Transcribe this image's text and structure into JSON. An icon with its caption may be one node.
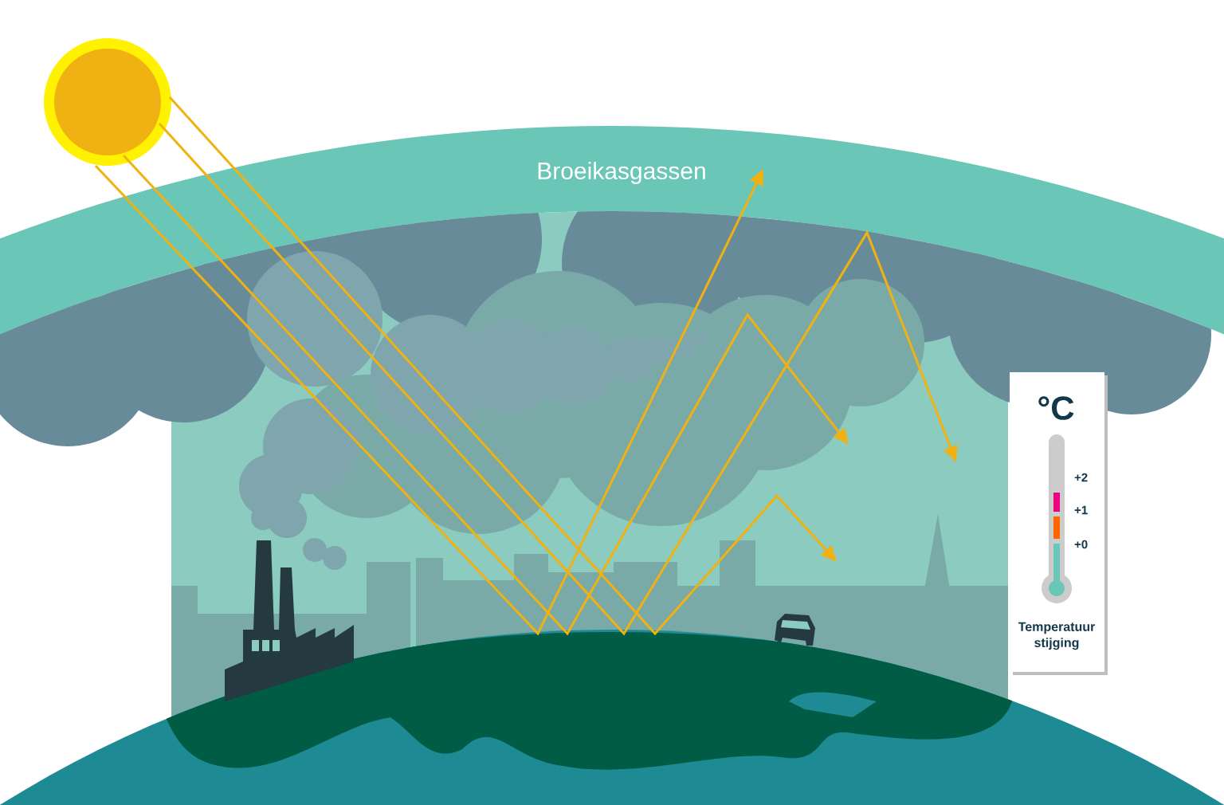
{
  "diagram": {
    "labels": [
      "Broeikasgassen",
      "°C",
      "+2",
      "+1",
      "+0",
      "Temperatuur stijging"
    ]
  }
}
